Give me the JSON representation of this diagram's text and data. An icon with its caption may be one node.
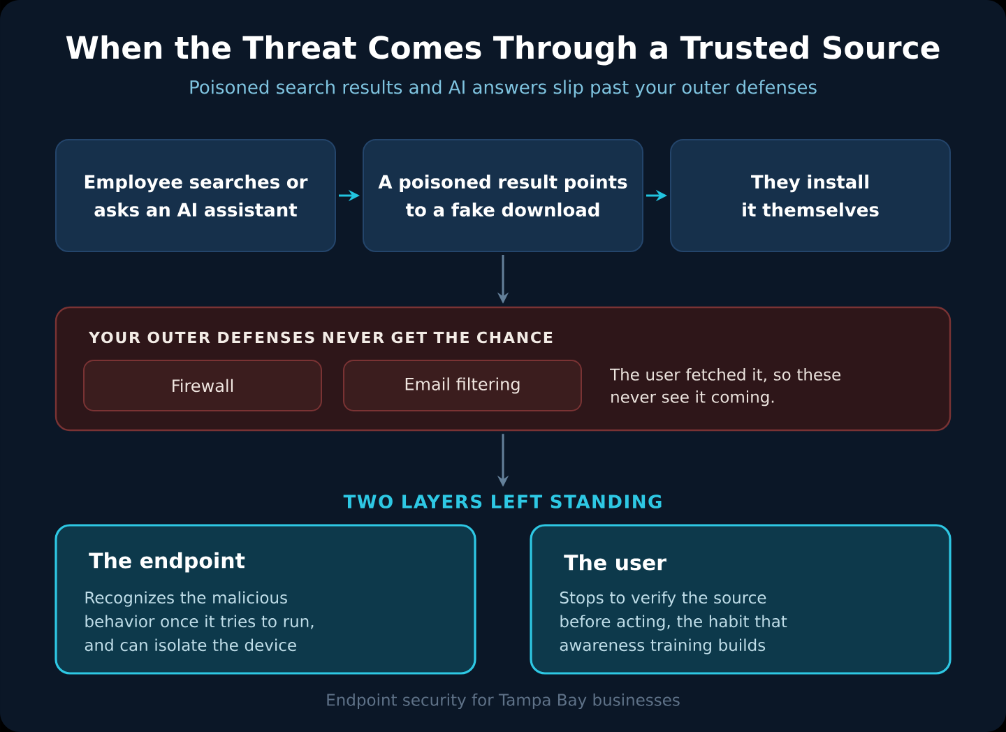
{
  "diagram": {
    "title": "When the Threat Comes Through a Trusted Source",
    "nodes": [
      {
        "text": [
          "Employee searches or asks an AI assistant"
        ]
      },
      {
        "text": [
          "A poisoned result points to a fake download"
        ]
      },
      {
        "text": [
          "They install it themselves"
        ]
      },
      {
        "text": [
          "YOUR OUTER DEFENSES NEVER GET THE CHANCE",
          "The user fetched it, so these never see it coming."
        ]
      },
      {
        "text": [
          "Firewall"
        ],
        "in": 3
      },
      {
        "text": [
          "Email filtering"
        ],
        "in": 3
      },
      {
        "text": [
          "TWO LAYERS LEFT STANDING"
        ]
      },
      {
        "text": [
          "The endpoint",
          "Recognizes the malicious behavior once it tries to run, and can isolate the device"
        ]
      },
      {
        "text": [
          "The user",
          "Stops to verify the source before acting, the habit that awareness training builds"
        ]
      }
    ],
    "edges": [
      {
        "from": 0,
        "to": 1,
        "arrow": "to"
      },
      {
        "from": 1,
        "to": 2,
        "arrow": "to"
      },
      {
        "from": 1,
        "to": 3,
        "arrow": "to",
        "color": "#64809a"
      },
      {
        "from": 3,
        "to": 6,
        "arrow": "to",
        "color": "#64809a"
      }
    ],
    "labels": [
      "Poisoned search results and AI answers slip past your outer defenses",
      "Endpoint security for Tampa Bay businesses"
    ]
  }
}
